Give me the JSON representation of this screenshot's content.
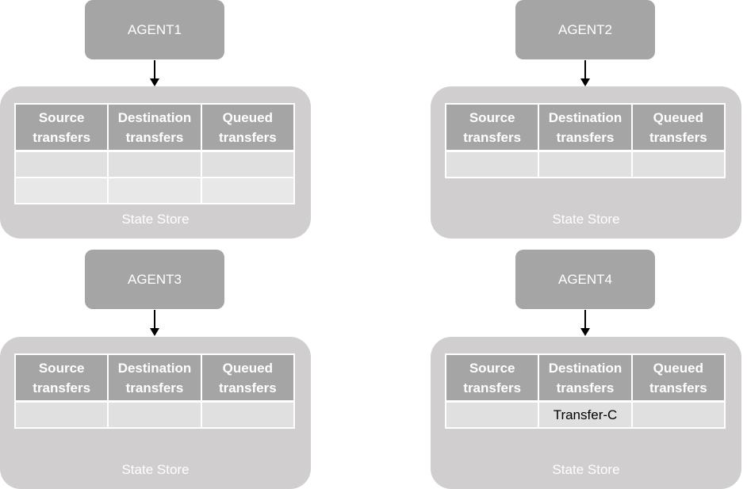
{
  "headers": [
    "Source transfers",
    "Destination transfers",
    "Queued transfers"
  ],
  "store_label": "State Store",
  "agents": [
    {
      "name": "AGENT1",
      "rows": [
        [
          "",
          "",
          ""
        ],
        [
          "",
          "",
          ""
        ]
      ]
    },
    {
      "name": "AGENT2",
      "rows": [
        [
          "",
          "",
          ""
        ]
      ]
    },
    {
      "name": "AGENT3",
      "rows": [
        [
          "",
          "",
          ""
        ]
      ]
    },
    {
      "name": "AGENT4",
      "rows": [
        [
          "",
          "Transfer-C",
          ""
        ]
      ]
    }
  ],
  "colors": {
    "agent_box": "#a5a5a5",
    "store_box": "#d0cece",
    "header_cell": "#a5a5a5",
    "body_cell": "#e0e0e0"
  }
}
